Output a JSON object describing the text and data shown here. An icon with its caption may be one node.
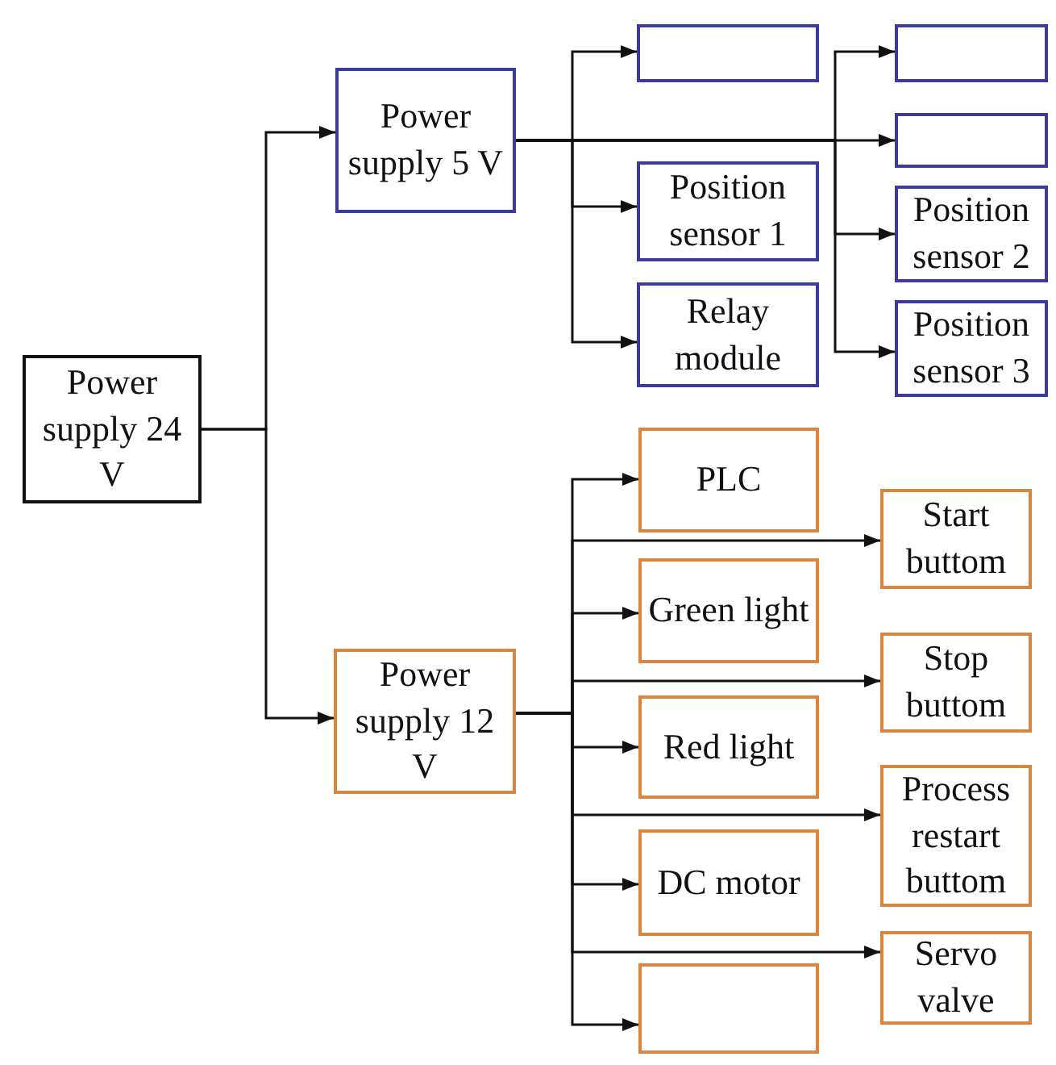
{
  "diagram": {
    "nodes": [
      {
        "text": [
          "Power supply 24 V"
        ]
      },
      {
        "text": [
          "Power supply 5 V"
        ]
      },
      {
        "text": [],
        "shape": "box"
      },
      {
        "text": [
          "Position sensor 1"
        ]
      },
      {
        "text": [
          "Relay module"
        ]
      },
      {
        "text": [],
        "shape": "box"
      },
      {
        "text": [],
        "shape": "box"
      },
      {
        "text": [
          "Position sensor 2"
        ]
      },
      {
        "text": [
          "Position sensor 3"
        ]
      },
      {
        "text": [
          "Power supply 12 V"
        ]
      },
      {
        "text": [
          "PLC"
        ]
      },
      {
        "text": [
          "Green light"
        ]
      },
      {
        "text": [
          "Red light"
        ]
      },
      {
        "text": [
          "DC motor"
        ]
      },
      {
        "text": [],
        "shape": "box"
      },
      {
        "text": [
          "Start buttom"
        ]
      },
      {
        "text": [
          "Stop buttom"
        ]
      },
      {
        "text": [
          "Process restart buttom"
        ]
      },
      {
        "text": [
          "Servo valve"
        ]
      }
    ],
    "edges": [
      {
        "from": 0,
        "to": 1,
        "arrow": "to"
      },
      {
        "from": 0,
        "to": 9,
        "arrow": "to"
      },
      {
        "from": 1,
        "to": 2,
        "arrow": "to"
      },
      {
        "from": 1,
        "to": 3,
        "arrow": "to"
      },
      {
        "from": 1,
        "to": 4,
        "arrow": "to"
      },
      {
        "from": 1,
        "to": 5,
        "arrow": "to"
      },
      {
        "from": 1,
        "to": 6,
        "arrow": "to"
      },
      {
        "from": 1,
        "to": 7,
        "arrow": "to"
      },
      {
        "from": 1,
        "to": 8,
        "arrow": "to"
      },
      {
        "from": 9,
        "to": 10,
        "arrow": "to"
      },
      {
        "from": 9,
        "to": 15,
        "arrow": "to"
      },
      {
        "from": 9,
        "to": 11,
        "arrow": "to"
      },
      {
        "from": 9,
        "to": 16,
        "arrow": "to"
      },
      {
        "from": 9,
        "to": 12,
        "arrow": "to"
      },
      {
        "from": 9,
        "to": 17,
        "arrow": "to"
      },
      {
        "from": 9,
        "to": 13,
        "arrow": "to"
      },
      {
        "from": 9,
        "to": 18,
        "arrow": "to"
      },
      {
        "from": 9,
        "to": 14,
        "arrow": "to"
      }
    ]
  }
}
